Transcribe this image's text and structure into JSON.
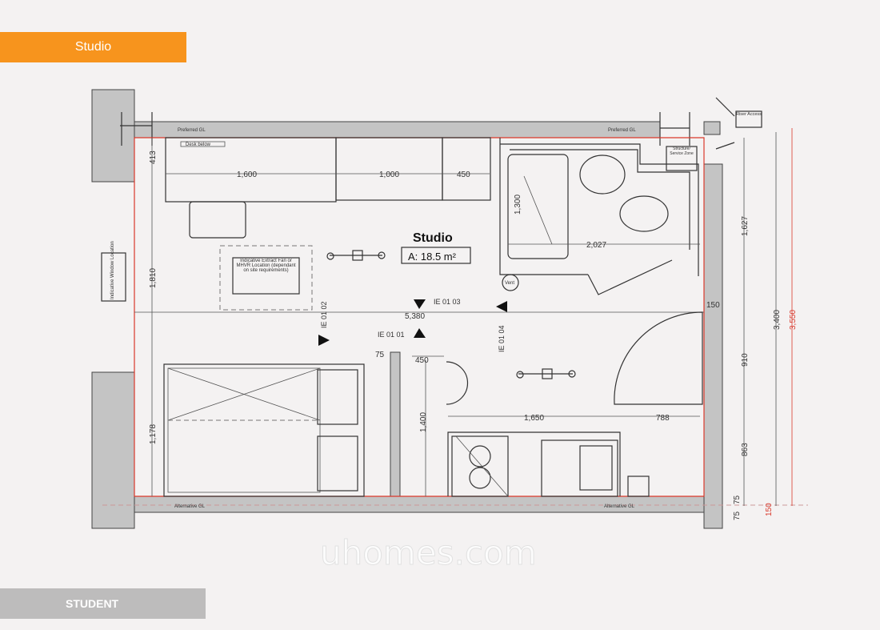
{
  "header": {
    "title": "Studio"
  },
  "footer": {
    "label": "STUDENT"
  },
  "colors": {
    "accent": "#f7941d",
    "footer": "#bdbcbc",
    "boundary": "#d9382b",
    "wall": "#c4c4c4"
  },
  "plan": {
    "room_name": "Studio",
    "area": "A: 18.5 m²",
    "wall_labels": {
      "top_left": "Preferred GL",
      "top_right": "Preferred GL",
      "bottom_left": "Alternative GL",
      "bottom_right": "Alternative GL"
    },
    "notes": {
      "desk": "Desk below",
      "window": "Indicative Window Location",
      "fan": "Indicative Extract Fan or MHVR Location (dependant on site requirements)",
      "riser": "Riser Access",
      "service": "Structure/ Service Zone",
      "vent": "Vent"
    },
    "elevations": [
      "IE 01 03",
      "IE 01 01",
      "IE 01 02",
      "IE 01 04"
    ],
    "dimensions": {
      "d1600": "1,600",
      "d1000": "1,000",
      "d450a": "450",
      "d413": "413",
      "d1810": "1,810",
      "d1178": "1,178",
      "d1300": "1,300",
      "d2027": "2,027",
      "d1627": "1,627",
      "d150": "150",
      "d3400": "3,400",
      "d3550": "3,550",
      "d5380": "5,380",
      "d75a": "75",
      "d450b": "450",
      "d1400": "1,400",
      "d1650": "1,650",
      "d788": "788",
      "d910": "910",
      "d863": "863",
      "d75b": "75",
      "d75c": "75",
      "d150b": "150"
    },
    "watermark": "uhomes.com"
  }
}
